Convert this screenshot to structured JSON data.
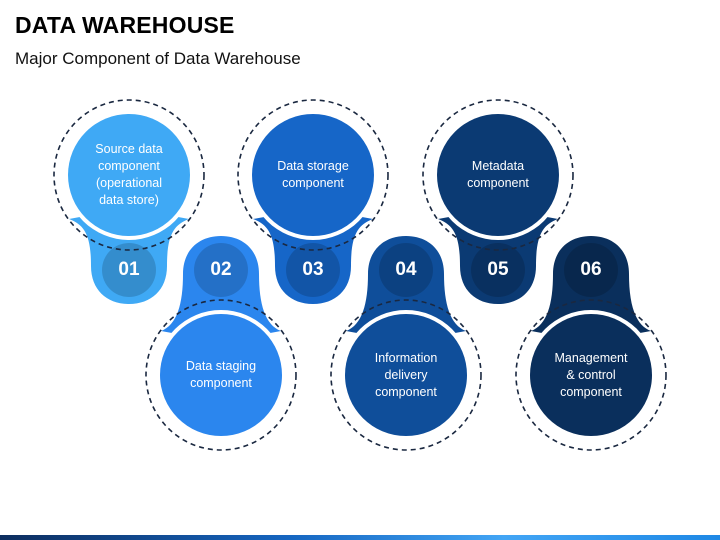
{
  "header": {
    "title": "DATA WAREHOUSE",
    "subtitle": "Major Component of Data Warehouse"
  },
  "colors": {
    "c1": "#3fa9f5",
    "c2": "#2b86ee",
    "c3": "#1666c8",
    "c4": "#0f4e9a",
    "c5": "#0b3a73",
    "c6": "#0a2f5c"
  },
  "components": [
    {
      "number": "01",
      "lines": [
        "Source data",
        "component",
        "(operational",
        "data store)"
      ]
    },
    {
      "number": "02",
      "lines": [
        "Data staging",
        "component"
      ]
    },
    {
      "number": "03",
      "lines": [
        "Data storage",
        "component"
      ]
    },
    {
      "number": "04",
      "lines": [
        "Information",
        "delivery",
        "component"
      ]
    },
    {
      "number": "05",
      "lines": [
        "Metadata",
        "component"
      ]
    },
    {
      "number": "06",
      "lines": [
        "Management",
        "& control",
        "component"
      ]
    }
  ]
}
